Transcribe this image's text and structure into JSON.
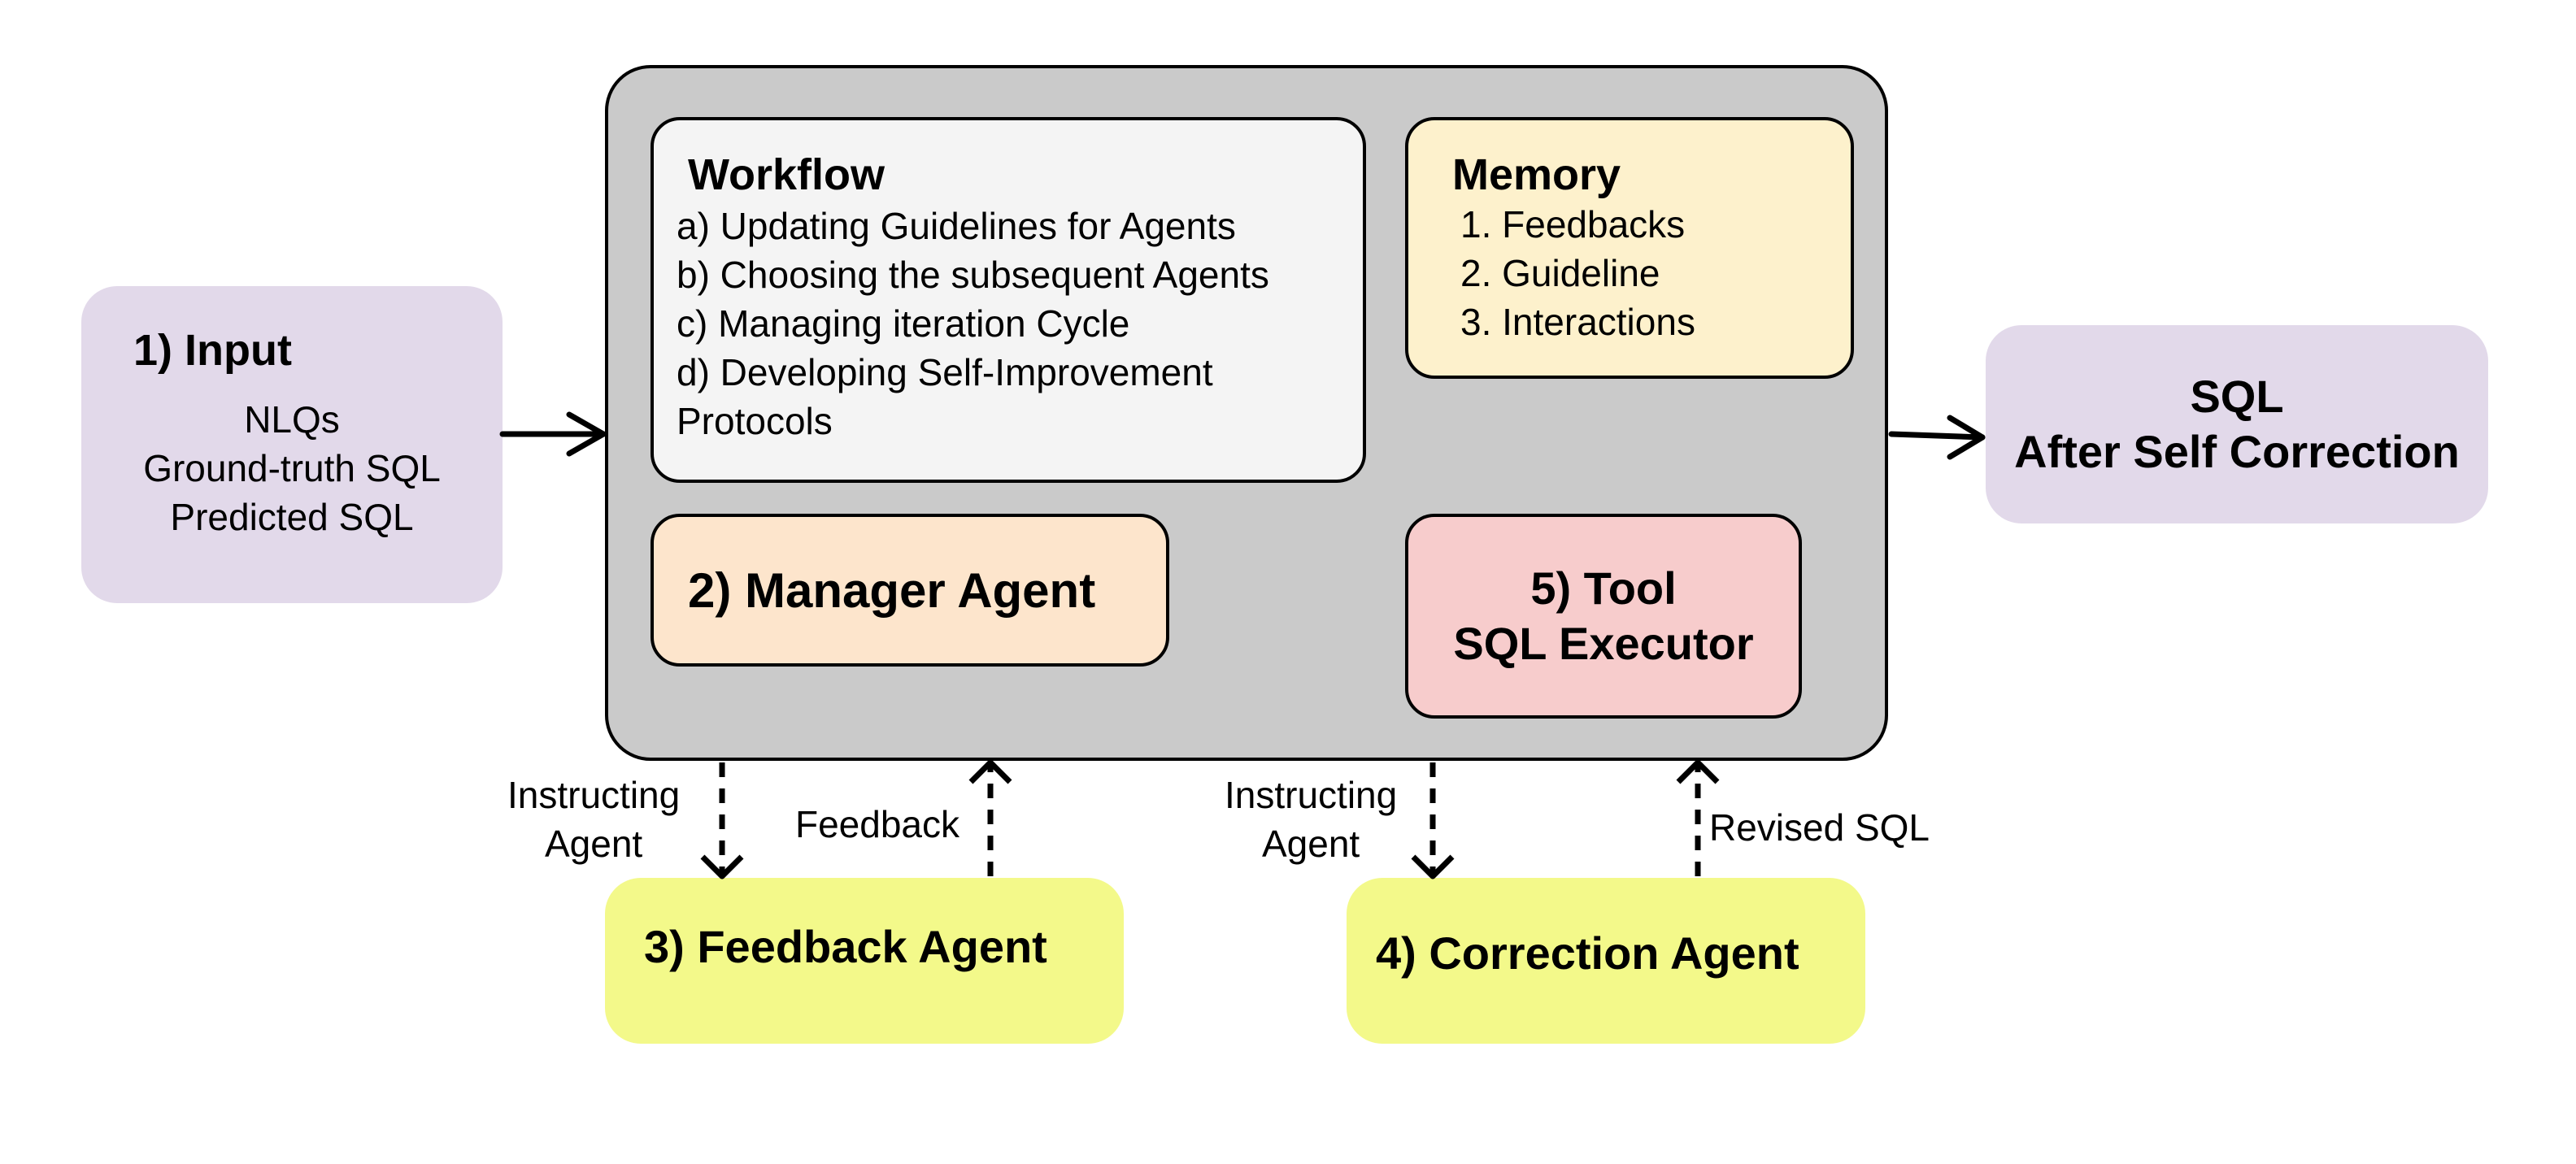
{
  "input": {
    "title": "1) Input",
    "lines": [
      "NLQs",
      "Ground-truth SQL",
      "Predicted SQL"
    ]
  },
  "workflow": {
    "title": "Workflow",
    "items": [
      "a) Updating Guidelines for Agents",
      "b) Choosing the subsequent Agents",
      "c) Managing iteration Cycle",
      "d) Developing Self-Improvement",
      "Protocols"
    ]
  },
  "memory": {
    "title": "Memory",
    "items": [
      "1. Feedbacks",
      "2. Guideline",
      "3. Interactions"
    ]
  },
  "manager": {
    "label": "2) Manager Agent"
  },
  "tool": {
    "line1": "5) Tool",
    "line2": "SQL Executor"
  },
  "output": {
    "line1": "SQL",
    "line2": "After Self Correction"
  },
  "feedback_agent": {
    "label": "3) Feedback Agent"
  },
  "correction_agent": {
    "label": "4) Correction Agent"
  },
  "edges": {
    "instructing_left": [
      "Instructing",
      "Agent"
    ],
    "feedback": "Feedback",
    "instructing_right": [
      "Instructing",
      "Agent"
    ],
    "revised_sql": "Revised SQL"
  },
  "colors": {
    "input_bg": "#e2d9ea",
    "main_bg": "#cacaca",
    "workflow_bg": "#f4f4f4",
    "memory_bg": "#fdf1cc",
    "manager_bg": "#fde5cc",
    "tool_bg": "#f7cccc",
    "agent_bg": "#f3f98a"
  }
}
